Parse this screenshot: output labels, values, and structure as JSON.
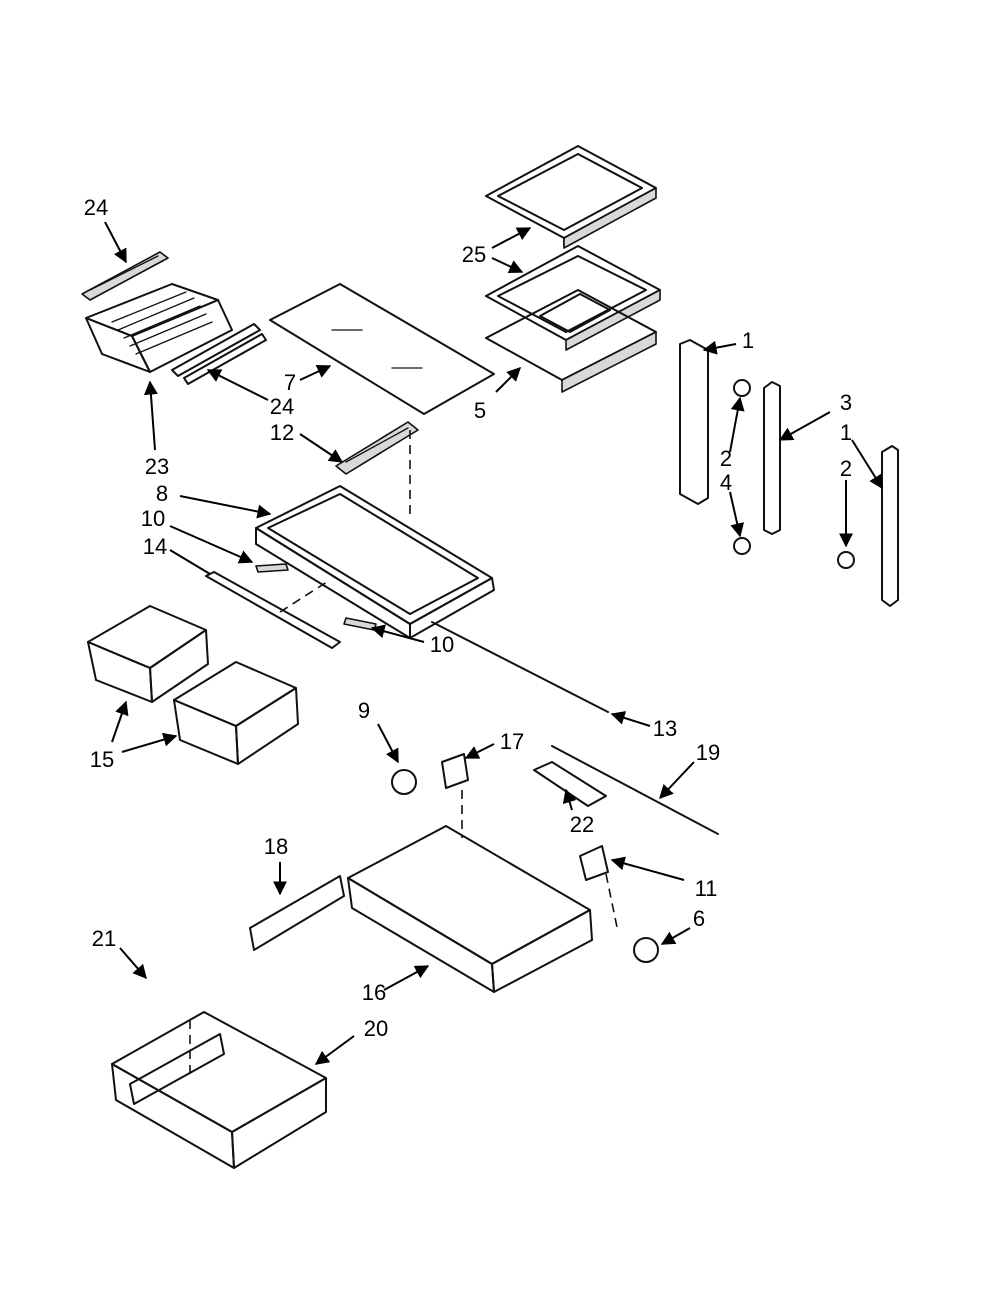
{
  "callouts": {
    "c1a": "1",
    "c1b": "1",
    "c2a": "2",
    "c2b": "2",
    "c3": "3",
    "c4": "4",
    "c5": "5",
    "c6": "6",
    "c7": "7",
    "c8": "8",
    "c9": "9",
    "c10a": "10",
    "c10b": "10",
    "c11": "11",
    "c12": "12",
    "c13": "13",
    "c14": "14",
    "c15": "15",
    "c16": "16",
    "c17": "17",
    "c18": "18",
    "c19": "19",
    "c20": "20",
    "c21": "21",
    "c22": "22",
    "c23": "23",
    "c24a": "24",
    "c24b": "24",
    "c25": "25"
  }
}
